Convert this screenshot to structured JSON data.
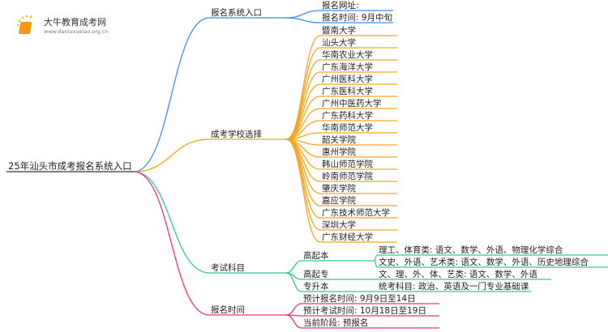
{
  "logo": {
    "name": "大牛教育成考网",
    "url": "www.daniuxueiao.org.cn"
  },
  "root": "25年汕头市成考报名系统入口",
  "colors": {
    "blue": "#3d8ef5",
    "orange": "#f5a623",
    "green": "#2fcc8a",
    "pink": "#f5307a"
  },
  "branches": [
    {
      "label": "报名系统入口",
      "items": [
        "报名网址:",
        "报名时间: 9月中旬"
      ]
    },
    {
      "label": "成考学校选择",
      "items": [
        "暨南大学",
        "汕头大学",
        "华南农业大学",
        "广东海洋大学",
        "广州医科大学",
        "广东医科大学",
        "广州中医药大学",
        "广东药科大学",
        "华南师范大学",
        "韶关学院",
        "惠州学院",
        "韩山师范学院",
        "岭南师范学院",
        "肇庆学院",
        "嘉应学院",
        "广东技术师范大学",
        "深圳大学",
        "广东财经大学"
      ]
    },
    {
      "label": "考试科目",
      "groups": [
        {
          "label": "高起本",
          "items": [
            "理工、体育类: 语文、数学、外语、物理化学综合",
            "文史、外语、艺术类: 语文、数学、外语、历史地理综合"
          ]
        },
        {
          "label": "高起专",
          "items": [
            "文、理、外、体、艺类: 语文、数学、外语"
          ]
        },
        {
          "label": "专升本",
          "items": [
            "统考科目: 政治、英语及一门专业基础课"
          ]
        }
      ]
    },
    {
      "label": "报名时间",
      "items": [
        "预计报名时间: 9月9日至14日",
        "预计考试时间: 10月18日至19日",
        "当前阶段: 预报名"
      ]
    }
  ]
}
